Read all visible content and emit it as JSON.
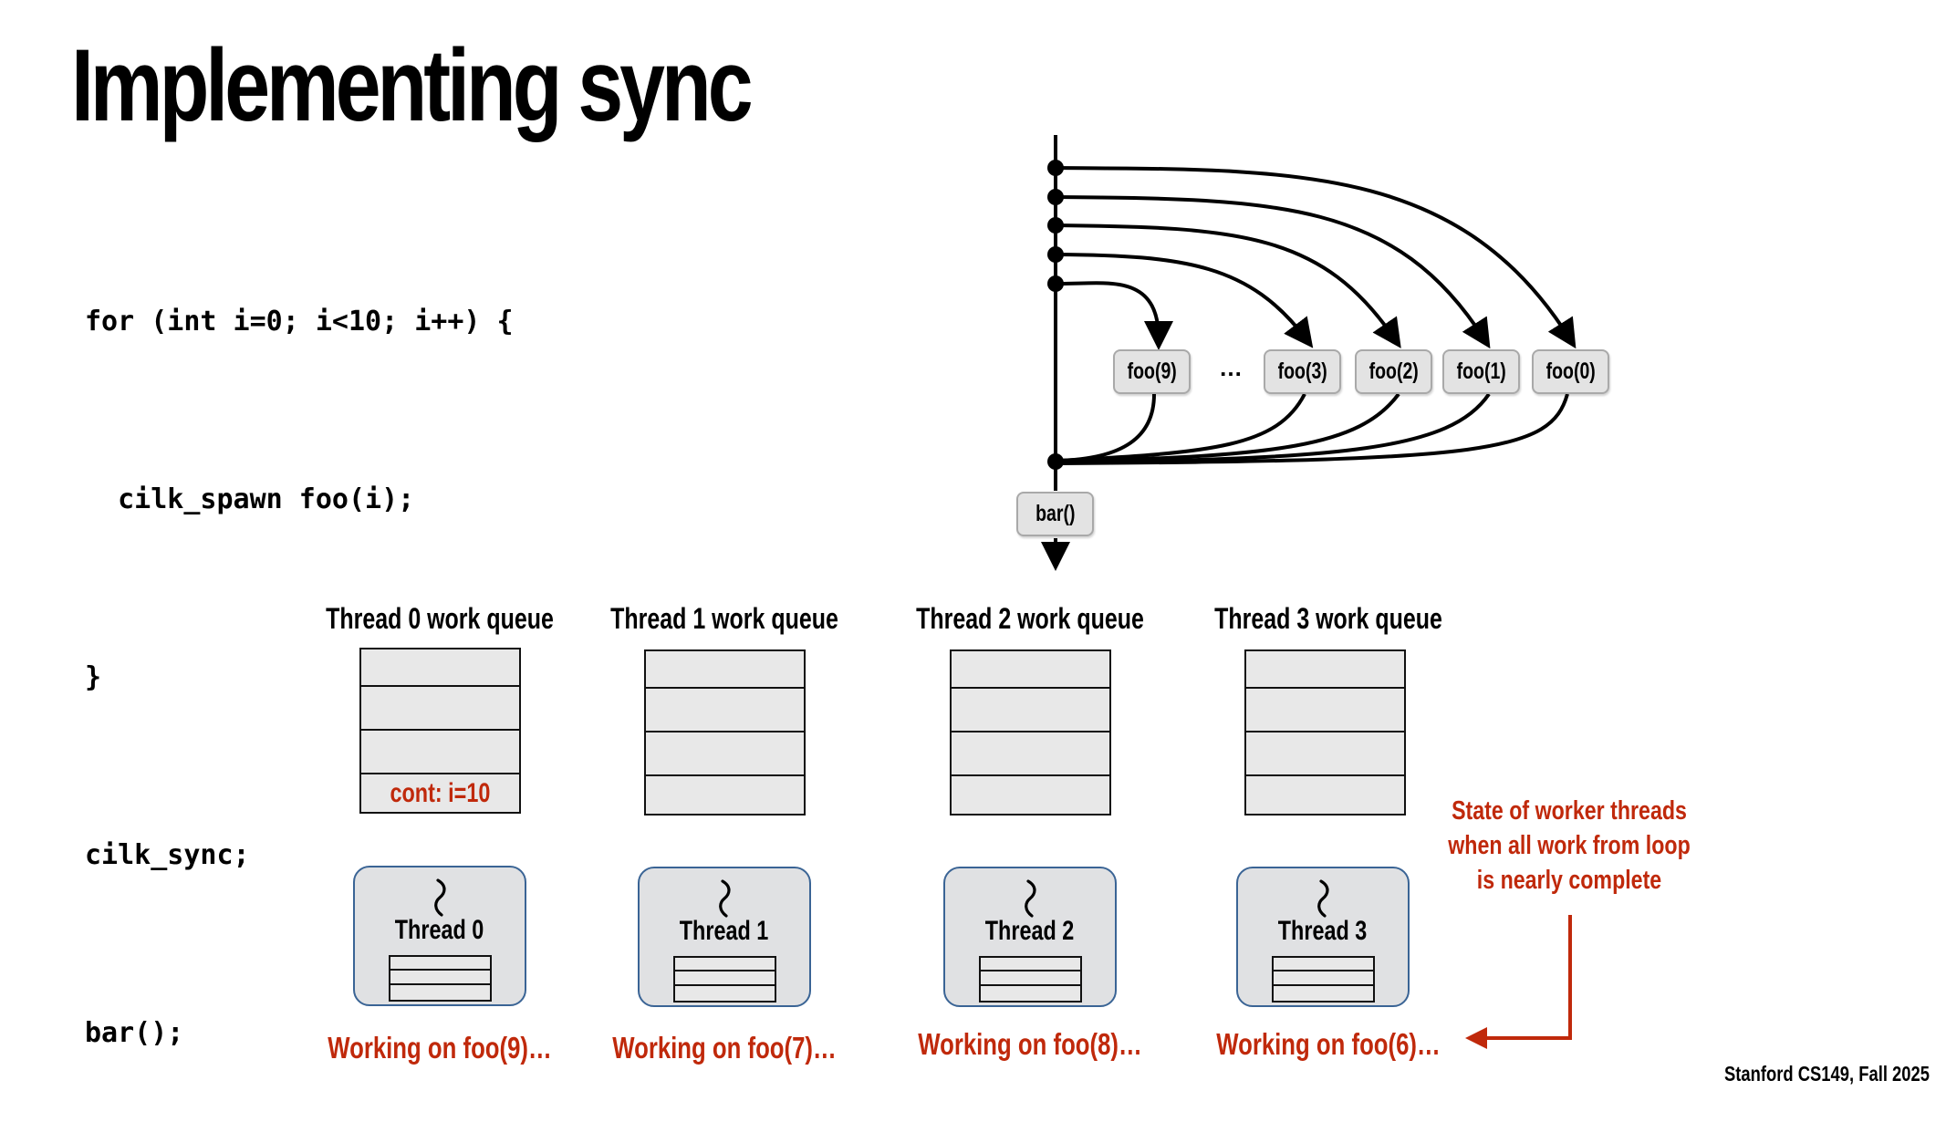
{
  "slide": {
    "title": "Implementing sync",
    "footer": "Stanford CS149, Fall 2025"
  },
  "code": {
    "lines": [
      "for (int i=0; i<10; i++) {",
      "  cilk_spawn foo(i);",
      "}",
      "cilk_sync;",
      "bar();"
    ]
  },
  "dag": {
    "spawned_tasks": [
      "foo(9)",
      "foo(3)",
      "foo(2)",
      "foo(1)",
      "foo(0)"
    ],
    "ellipsis": "…",
    "after_sync": "bar()"
  },
  "threads": [
    {
      "queue_title": "Thread 0 work queue",
      "queue_entries": [
        "",
        "",
        "",
        "cont: i=10"
      ],
      "label": "Thread 0",
      "status": "Working on foo(9)…"
    },
    {
      "queue_title": "Thread 1 work queue",
      "queue_entries": [
        "",
        "",
        "",
        ""
      ],
      "label": "Thread 1",
      "status": "Working on foo(7)…"
    },
    {
      "queue_title": "Thread 2 work queue",
      "queue_entries": [
        "",
        "",
        "",
        ""
      ],
      "label": "Thread 2",
      "status": "Working on foo(8)…"
    },
    {
      "queue_title": "Thread 3 work queue",
      "queue_entries": [
        "",
        "",
        "",
        ""
      ],
      "label": "Thread 3",
      "status": "Working on foo(6)…"
    }
  ],
  "annotation": {
    "lines": [
      "State of worker threads",
      "when all work from loop",
      "is nearly complete"
    ]
  },
  "colors": {
    "accent_red": "#c0290b",
    "thread_card_border": "#3a6495",
    "node_fill": "#e3e3e3"
  }
}
